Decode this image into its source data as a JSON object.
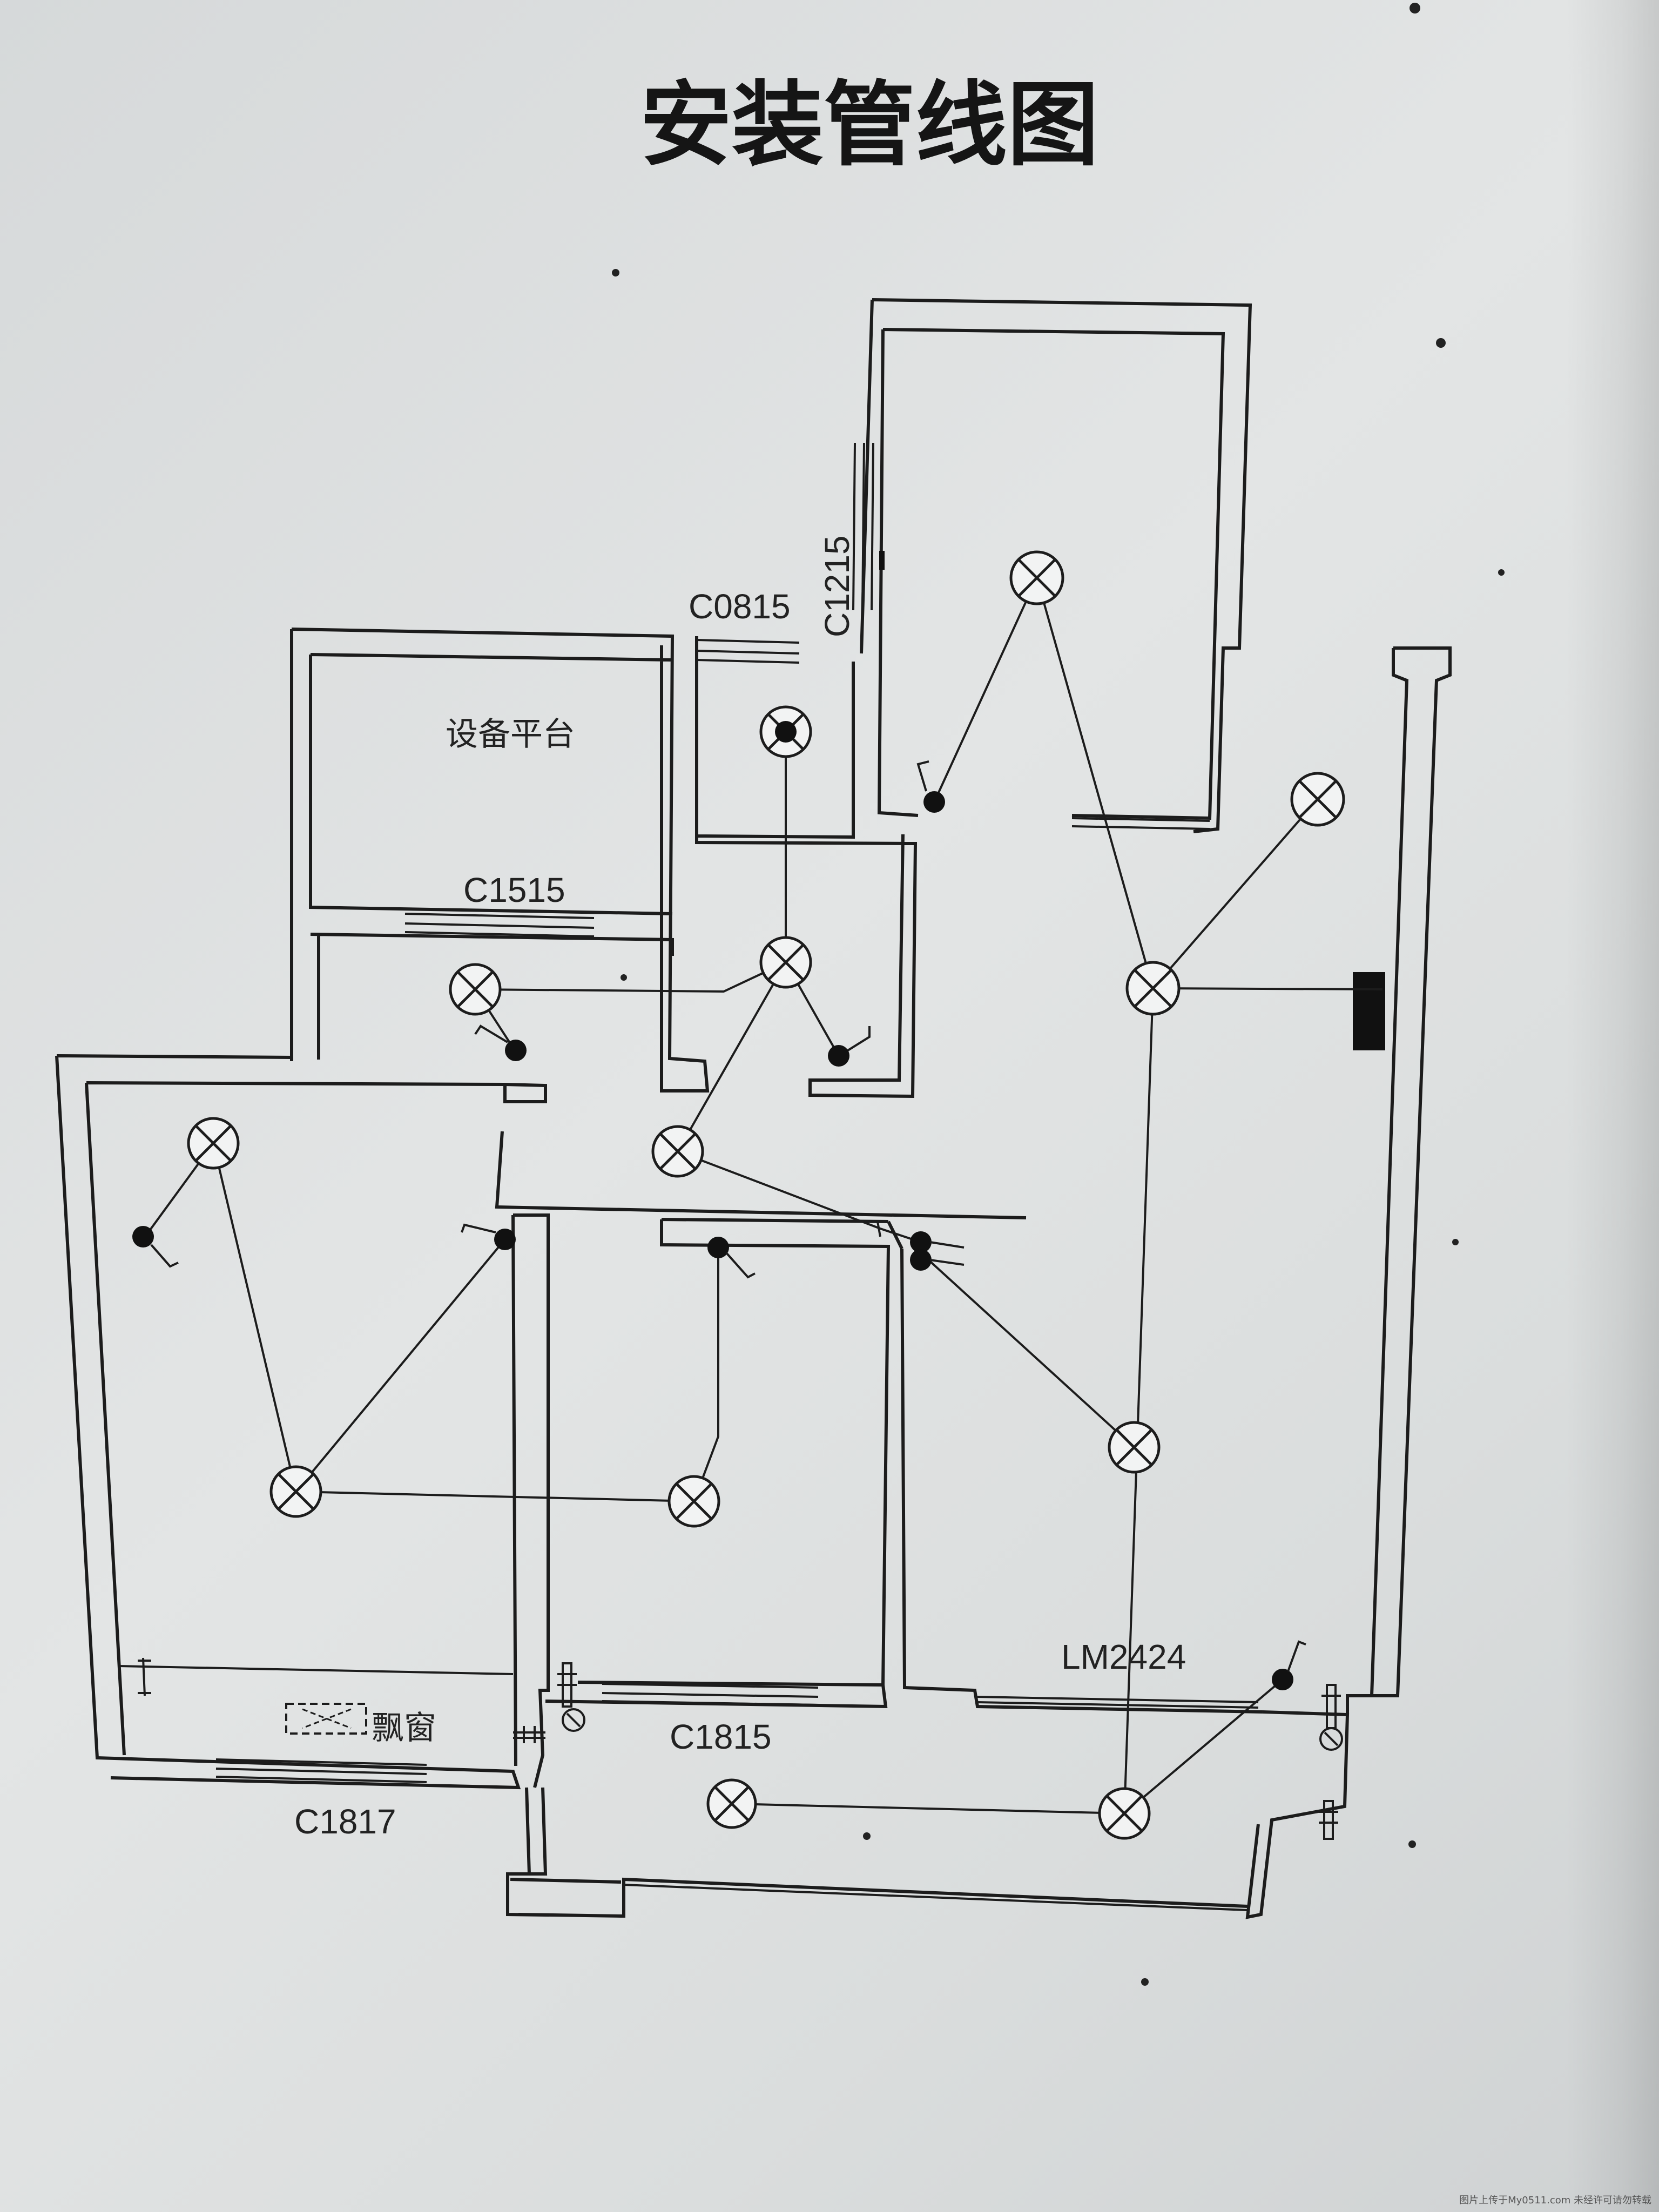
{
  "title": "安装管线图",
  "labels": {
    "c0815": "C0815",
    "c1215": "C1215",
    "c1515": "C1515",
    "c1815": "C1815",
    "c1817": "C1817",
    "lm2424": "LM2424",
    "equipment_platform": "设备平台",
    "bay_window": "飘窗"
  },
  "watermark": "图片上传于My0511.com 未经许可请勿转载",
  "colors": {
    "ink": "#1c1c1c",
    "paper": "#e0e2e2"
  },
  "symbols": {
    "ceiling_lamp": "circle-cross-icon",
    "fan_lamp": "circle-dot-icon",
    "switch": "filled-dot-icon",
    "distribution_box": "filled-rect-icon"
  }
}
